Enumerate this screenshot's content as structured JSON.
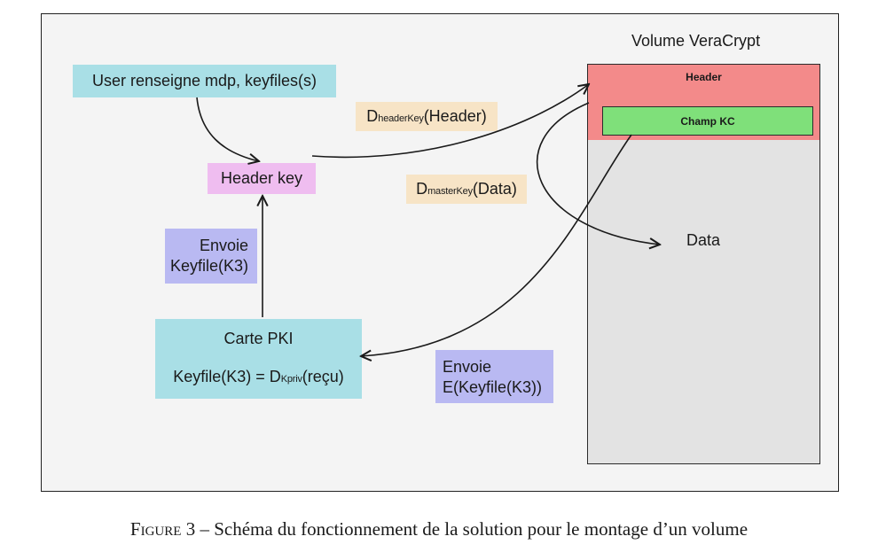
{
  "user_input": "User renseigne mdp, keyfiles(s)",
  "header_key": "Header key",
  "envoie_k3": [
    "Envoie",
    "Keyfile(K3)"
  ],
  "carte_pki": {
    "title": "Carte PKI",
    "formula_prefix": "Keyfile(K3) = D",
    "formula_sub": "Kpriv",
    "formula_suffix": "(reçu)"
  },
  "d_header": {
    "prefix": "D",
    "sub": "headerKey",
    "suffix": "(Header)"
  },
  "d_data": {
    "prefix": "D",
    "sub": "masterKey",
    "suffix": "(Data)"
  },
  "envoie_e": [
    "Envoie",
    "E(Keyfile(K3))"
  ],
  "volume": {
    "title": "Volume VeraCrypt",
    "header": "Header",
    "champ": "Champ KC",
    "data": "Data"
  },
  "caption": {
    "figure": "Figure",
    "text": " 3 – Schéma du fonctionnement de la solution pour le montage d’un volume"
  }
}
